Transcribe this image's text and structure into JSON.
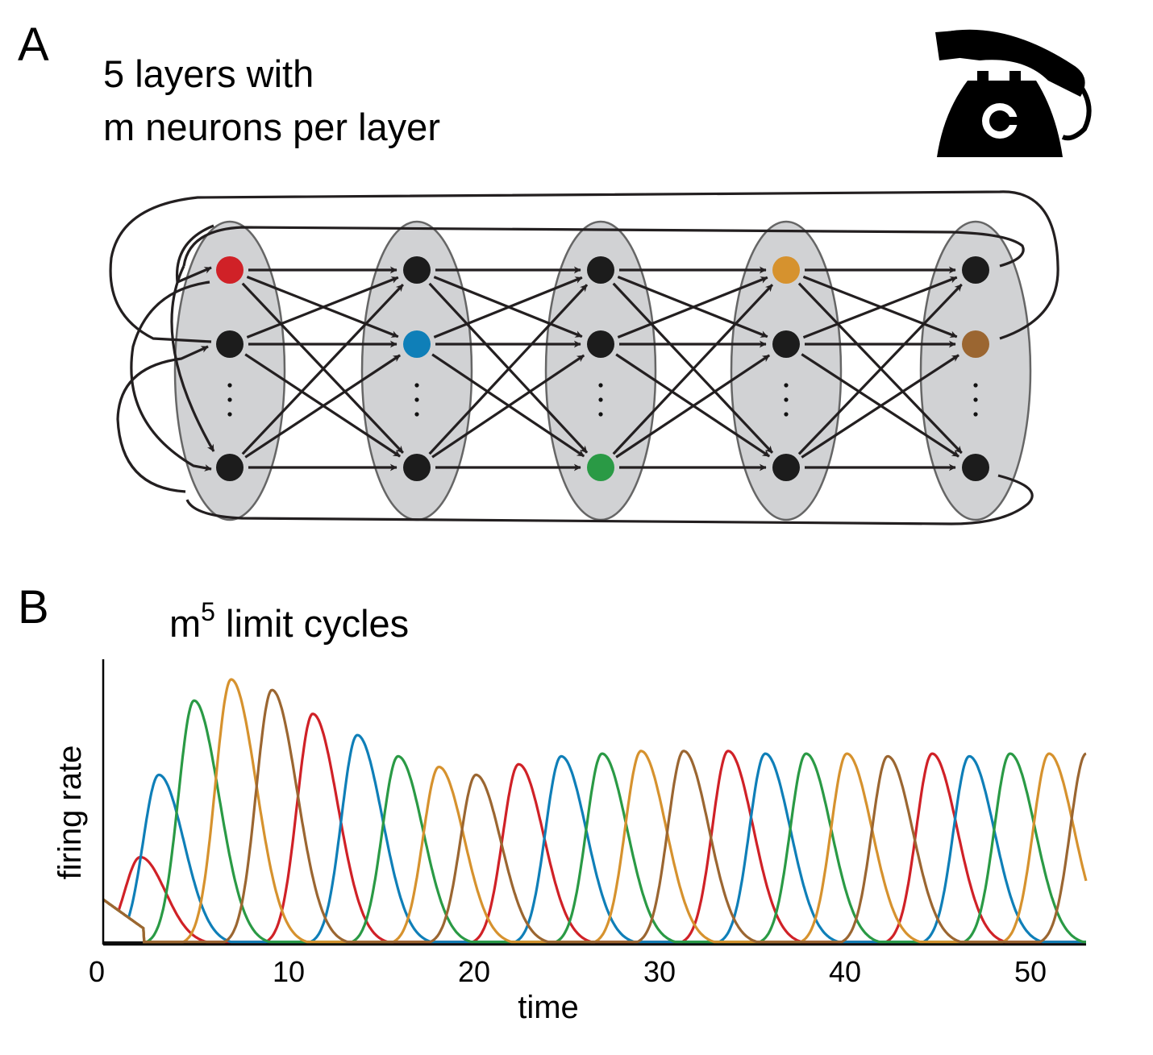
{
  "panel_a": {
    "label": "A",
    "title_line1": "5 layers with",
    "title_line2": "m neurons per layer",
    "icon": "telephone-icon",
    "colors": {
      "ellipse_fill": "#d1d2d4",
      "ellipse_stroke": "#666666",
      "neuron_default": "#1c1c1c",
      "edge": "#231f20"
    },
    "layers": [
      {
        "neurons": [
          {
            "color": "#d02127"
          },
          {
            "color": "#1c1c1c"
          },
          {
            "color": "#1c1c1c"
          }
        ]
      },
      {
        "neurons": [
          {
            "color": "#1c1c1c"
          },
          {
            "color": "#0f7fb8"
          },
          {
            "color": "#1c1c1c"
          }
        ]
      },
      {
        "neurons": [
          {
            "color": "#1c1c1c"
          },
          {
            "color": "#1c1c1c"
          },
          {
            "color": "#2a9a45"
          }
        ]
      },
      {
        "neurons": [
          {
            "color": "#d6922e"
          },
          {
            "color": "#1c1c1c"
          },
          {
            "color": "#1c1c1c"
          }
        ]
      },
      {
        "neurons": [
          {
            "color": "#1c1c1c"
          },
          {
            "color": "#9b6631"
          },
          {
            "color": "#1c1c1c"
          }
        ]
      }
    ]
  },
  "panel_b": {
    "label": "B",
    "title_base": "m",
    "title_sup": "5",
    "title_rest": " limit cycles",
    "xlabel": "time",
    "ylabel": "firing rate"
  },
  "chart_data": {
    "type": "line",
    "xlabel": "time",
    "ylabel": "firing rate",
    "xlim": [
      0,
      53
    ],
    "ylim": [
      0,
      1
    ],
    "xticks": [
      0,
      10,
      20,
      30,
      40,
      50
    ],
    "series": [
      {
        "color": "#d02127",
        "peaks": [
          [
            2.0,
            0.33
          ],
          [
            11.3,
            0.87
          ],
          [
            22.4,
            0.68
          ],
          [
            33.7,
            0.73
          ],
          [
            44.7,
            0.72
          ]
        ]
      },
      {
        "color": "#0f7fb8",
        "peaks": [
          [
            3.0,
            0.64
          ],
          [
            13.7,
            0.79
          ],
          [
            24.7,
            0.71
          ],
          [
            35.7,
            0.72
          ],
          [
            46.7,
            0.71
          ]
        ]
      },
      {
        "color": "#2a9a45",
        "peaks": [
          [
            4.9,
            0.92
          ],
          [
            15.9,
            0.71
          ],
          [
            26.9,
            0.72
          ],
          [
            37.9,
            0.72
          ],
          [
            48.9,
            0.72
          ]
        ]
      },
      {
        "color": "#d6922e",
        "peaks": [
          [
            6.9,
            1.0
          ],
          [
            18.1,
            0.67
          ],
          [
            29.0,
            0.73
          ],
          [
            40.1,
            0.72
          ],
          [
            51.0,
            0.72
          ]
        ]
      },
      {
        "color": "#9b6631",
        "peaks": [
          [
            9.1,
            0.96
          ],
          [
            20.1,
            0.64
          ],
          [
            31.3,
            0.73
          ],
          [
            42.3,
            0.71
          ],
          [
            53.0,
            0.72
          ]
        ]
      }
    ]
  }
}
